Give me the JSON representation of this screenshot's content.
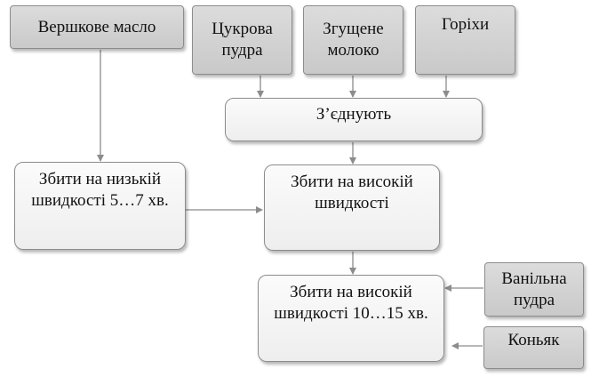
{
  "nodes": {
    "butter": "Вершкове масло",
    "sugar": "Цукрова\nпудра",
    "milk": "Згущене\nмолоко",
    "nuts": "Горіхи",
    "combine": "З’єднують",
    "beat_low": "Збити на низькій\nшвидкості 5…7 хв.",
    "beat_high": "Збити на високій\nшвидкості",
    "beat_high_time": "Збити на високій\nшвидкості 10…15 хв.",
    "vanilla": "Ванільна\nпудра",
    "cognac": "Коньяк"
  },
  "colors": {
    "ingredient_box": "#d3d3d3",
    "step_box": "#f3f3f3",
    "arrow": "#8c8c8c"
  }
}
